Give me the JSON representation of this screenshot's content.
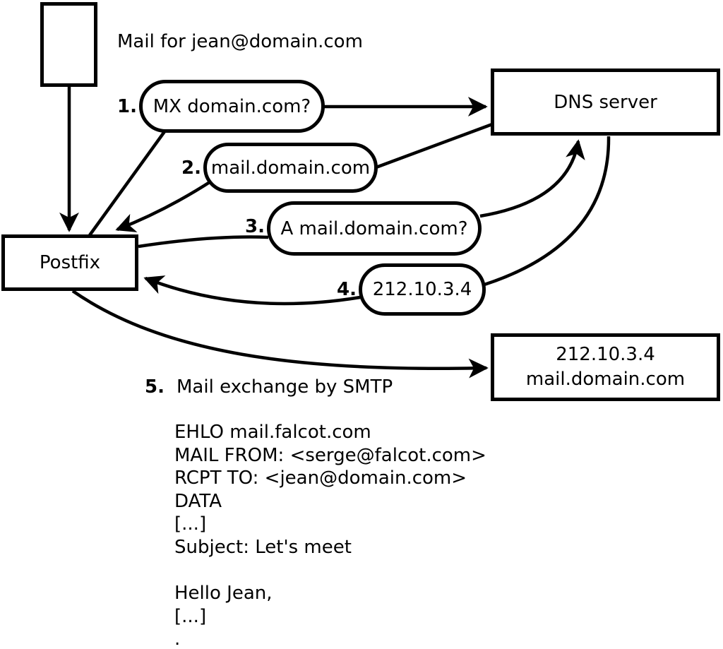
{
  "diagram": {
    "mail_label": "Mail for jean@domain.com",
    "nodes": {
      "postfix": {
        "label": "Postfix"
      },
      "dns": {
        "label": "DNS server"
      },
      "mail_server": {
        "line1": "212.10.3.4",
        "line2": "mail.domain.com"
      }
    },
    "steps": [
      {
        "num": "1.",
        "label": "MX domain.com?"
      },
      {
        "num": "2.",
        "label": "mail.domain.com"
      },
      {
        "num": "3.",
        "label": "A mail.domain.com?"
      },
      {
        "num": "4.",
        "label": "212.10.3.4"
      },
      {
        "num": "5.",
        "label": "Mail exchange by SMTP"
      }
    ],
    "smtp_session": [
      "EHLO mail.falcot.com",
      "MAIL FROM: <serge@falcot.com>",
      "RCPT TO: <jean@domain.com>",
      "DATA",
      "[...]",
      "Subject: Let's meet",
      "",
      "Hello Jean,",
      "[...]",
      "."
    ],
    "colors": {
      "stroke": "#000000",
      "background": "#ffffff"
    }
  }
}
